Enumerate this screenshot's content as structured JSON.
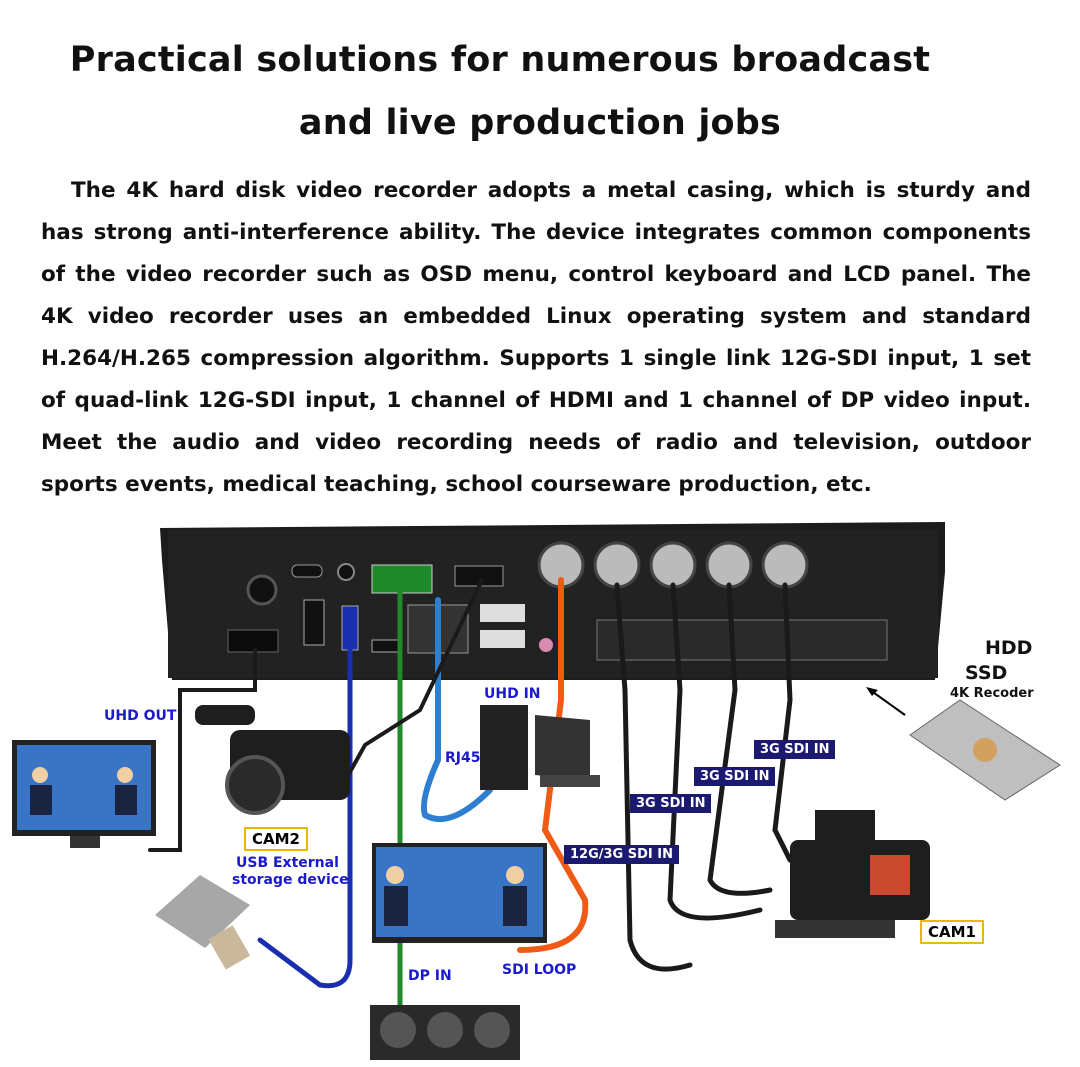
{
  "heading": {
    "line1": "Practical solutions for numerous broadcast",
    "line2": "and live production jobs"
  },
  "description": "The 4K hard disk video recorder adopts a metal casing, which is sturdy and has strong anti-interference ability. The device integrates common components of the video recorder such as OSD menu, control keyboard and LCD panel. The 4K video recorder uses an embedded Linux operating system and standard H.264/H.265 compression algorithm. Supports 1 single link 12G-SDI input, 1 set of quad-link 12G-SDI input, 1 channel of HDMI and 1 channel of DP video input. Meet the audio and video recording needs of radio and television, outdoor sports events, medical teaching, school courseware production, etc.",
  "labels": {
    "uhd_out": "UHD OUT",
    "uhd_in": "UHD IN",
    "rj45": "RJ45",
    "cam2": "CAM2",
    "cam1": "CAM1",
    "usb_line1": "USB External",
    "usb_line2": "storage device",
    "dp_in": "DP IN",
    "sdi_loop": "SDI LOOP",
    "hdd": "HDD",
    "ssd": "SSD",
    "recorder": "4K Recoder",
    "sdi1": "3G SDI IN",
    "sdi2": "3G SDI IN",
    "sdi3": "3G SDI IN",
    "sdi4": "12G/3G SDI IN"
  },
  "colors": {
    "usb_cable": "#1a2fb0",
    "dp_cable": "#1f8a2a",
    "rj45_cable": "#2f7fd0",
    "sdi_loop_cable": "#f05a14",
    "sdi_cable": "#1a1a1a",
    "tag_bg": "#1b1a70",
    "cam_box_border": "#e8b900"
  }
}
